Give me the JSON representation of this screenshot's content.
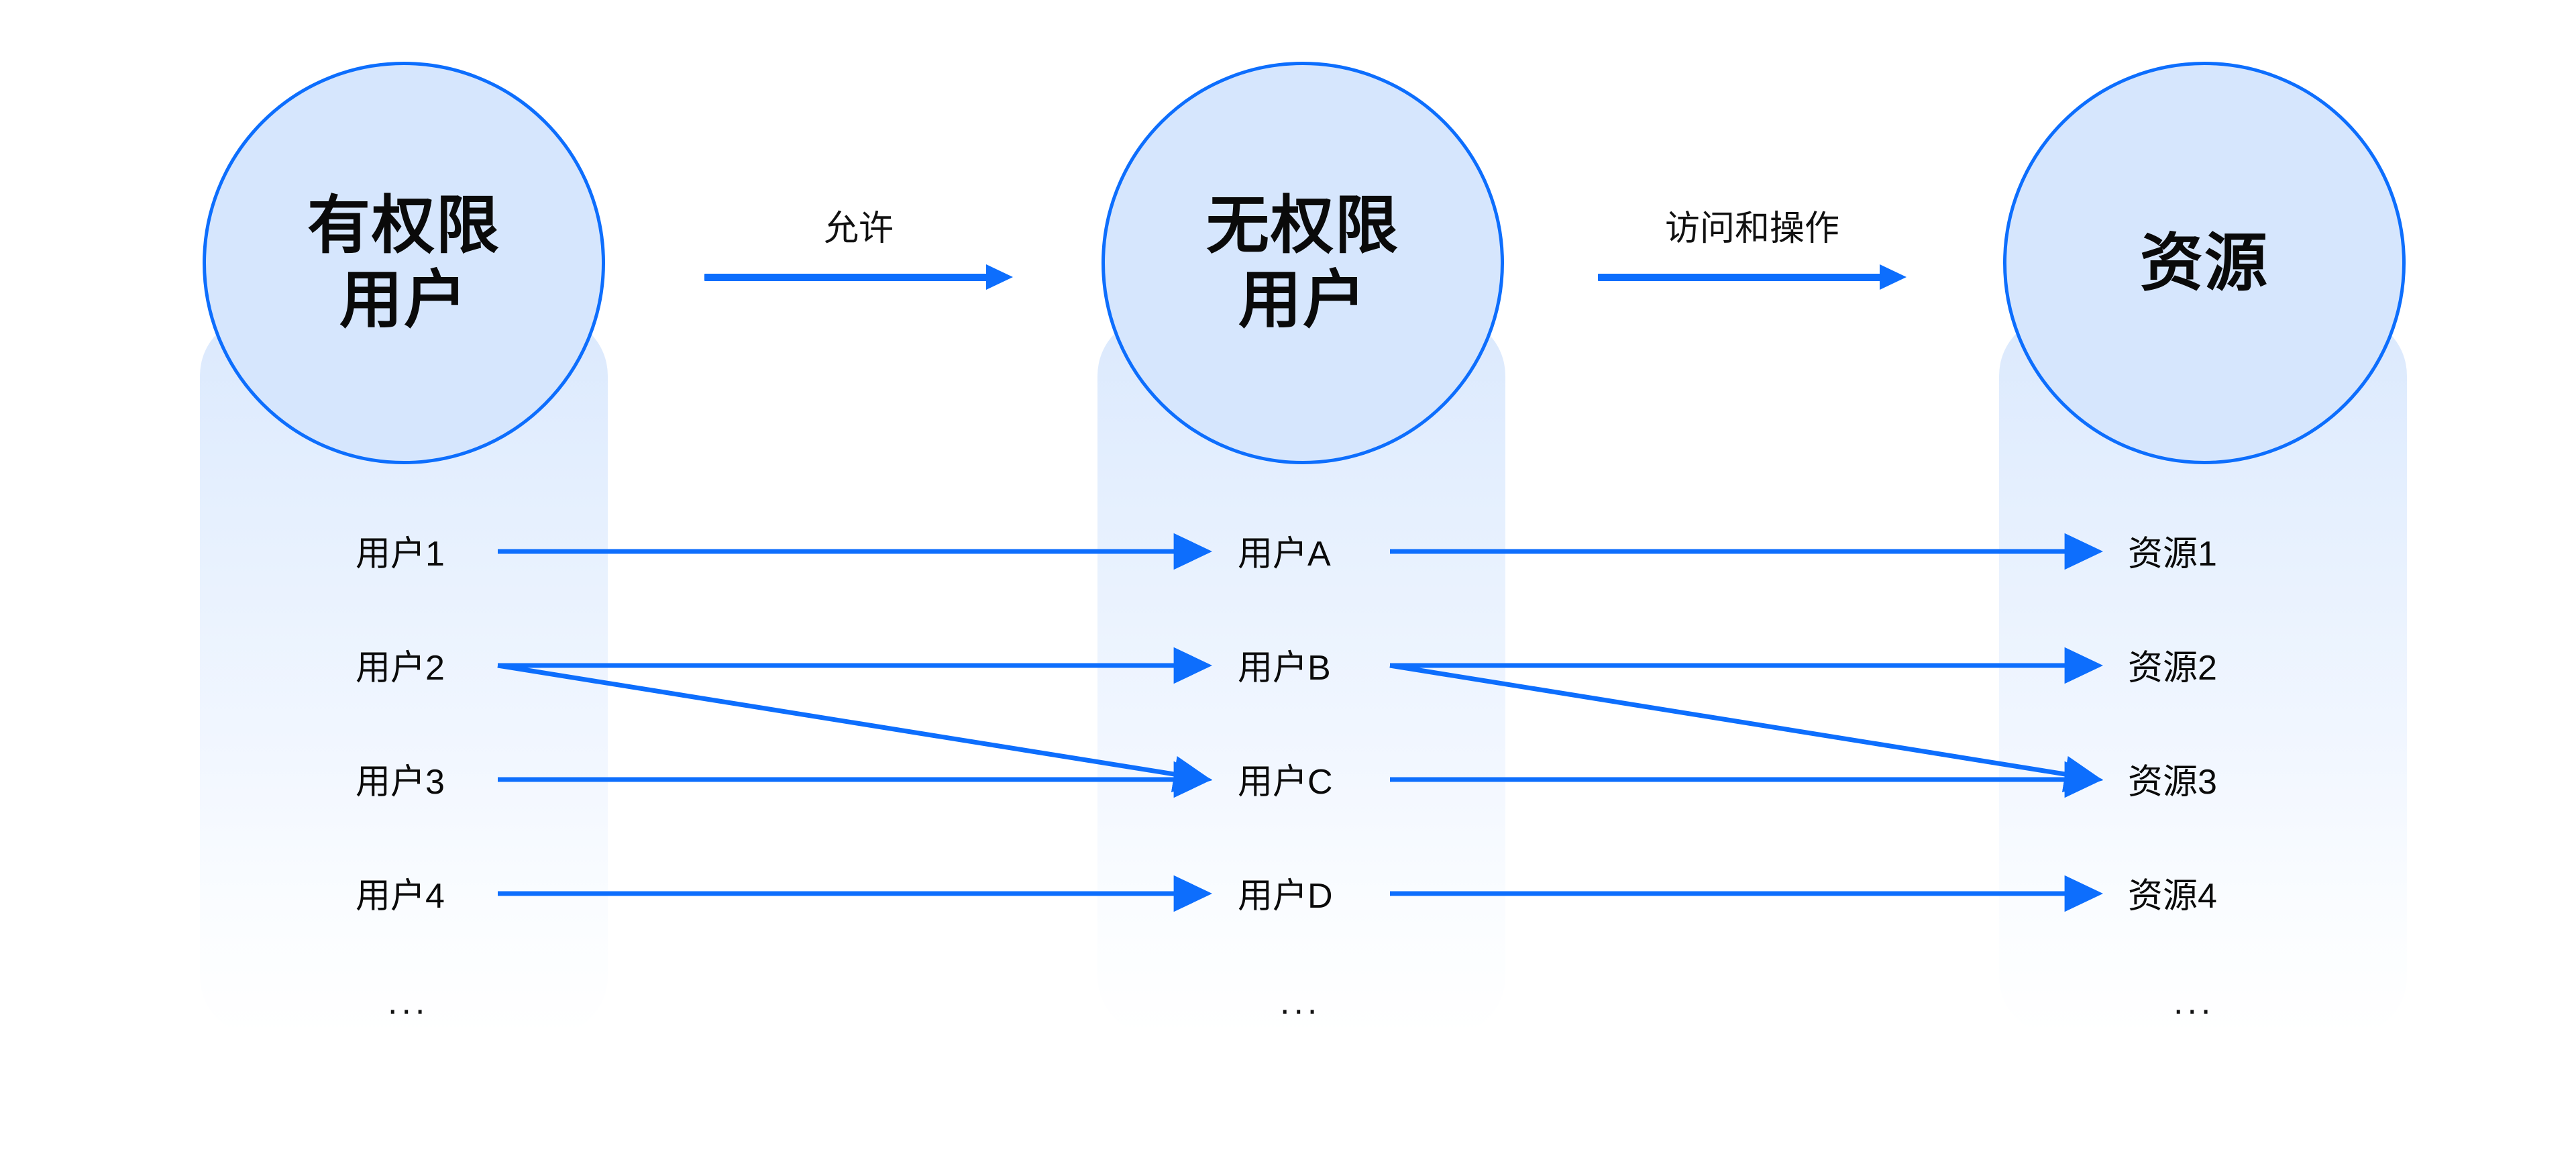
{
  "diagram": {
    "title_alt": "权限越权访问示意图",
    "accent_color": "#0d6efd",
    "panel_fill_top": "#dbe9fd",
    "circle_fill": "#d6e6fd",
    "text_color": "#0a0a0a"
  },
  "circles": [
    {
      "id": "authorized",
      "label": "有权限\n用户"
    },
    {
      "id": "unauthorized",
      "label": "无权限\n用户"
    },
    {
      "id": "resource",
      "label": "资源"
    }
  ],
  "top_arrows": [
    {
      "id": "allow",
      "label": "允许"
    },
    {
      "id": "access-operate",
      "label": "访问和操作"
    }
  ],
  "columns": [
    {
      "id": "authorized-users",
      "items": [
        "用户1",
        "用户2",
        "用户3",
        "用户4"
      ],
      "more": "..."
    },
    {
      "id": "unauthorized-users",
      "items": [
        "用户A",
        "用户B",
        "用户C",
        "用户D"
      ],
      "more": "..."
    },
    {
      "id": "resources",
      "items": [
        "资源1",
        "资源2",
        "资源3",
        "资源4"
      ],
      "more": "..."
    }
  ],
  "connections": [
    {
      "from": "用户1",
      "to": "用户A",
      "kind": "straight"
    },
    {
      "from": "用户2",
      "to": "用户B",
      "kind": "straight"
    },
    {
      "from": "用户2",
      "to": "用户C",
      "kind": "diagonal"
    },
    {
      "from": "用户3",
      "to": "用户C",
      "kind": "straight"
    },
    {
      "from": "用户4",
      "to": "用户D",
      "kind": "straight"
    },
    {
      "from": "用户A",
      "to": "资源1",
      "kind": "straight"
    },
    {
      "from": "用户B",
      "to": "资源2",
      "kind": "straight"
    },
    {
      "from": "用户B",
      "to": "资源3",
      "kind": "diagonal"
    },
    {
      "from": "用户C",
      "to": "资源3",
      "kind": "straight"
    },
    {
      "from": "用户D",
      "to": "资源4",
      "kind": "straight"
    }
  ]
}
